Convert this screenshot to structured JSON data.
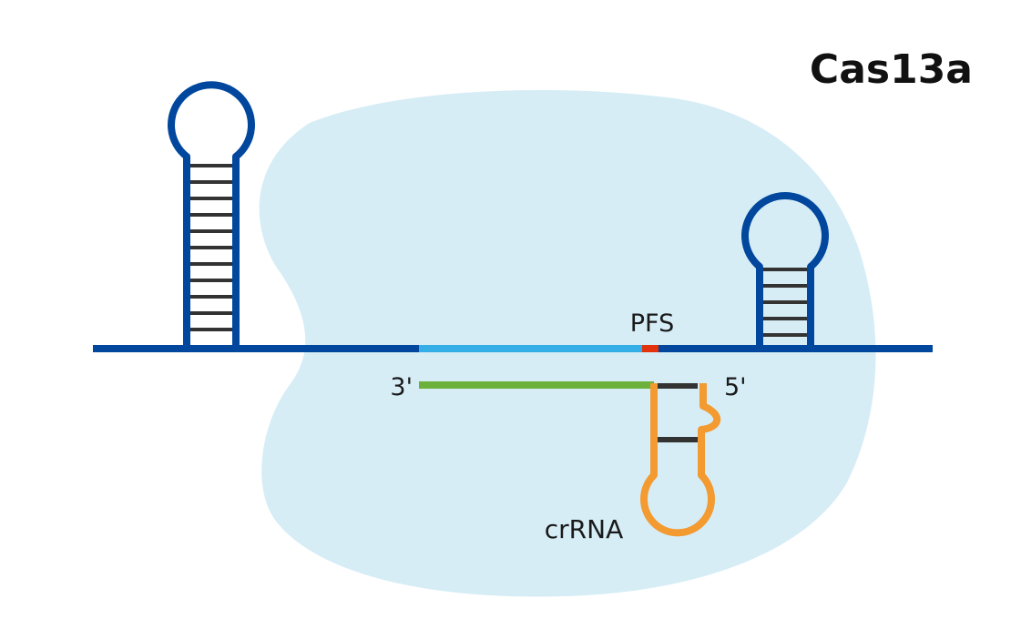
{
  "labels": {
    "title": "Cas13a",
    "pfs": "PFS",
    "three_prime": "3'",
    "five_prime": "5'",
    "crrna": "crRNA"
  },
  "colors": {
    "protein_blob": "#d6edf6",
    "target_rna": "#00479d",
    "protospacer": "#33aee6",
    "pfs": "#e2330d",
    "spacer": "#6cb13b",
    "crrna": "#f39a30",
    "base_pairs": "#333333"
  }
}
